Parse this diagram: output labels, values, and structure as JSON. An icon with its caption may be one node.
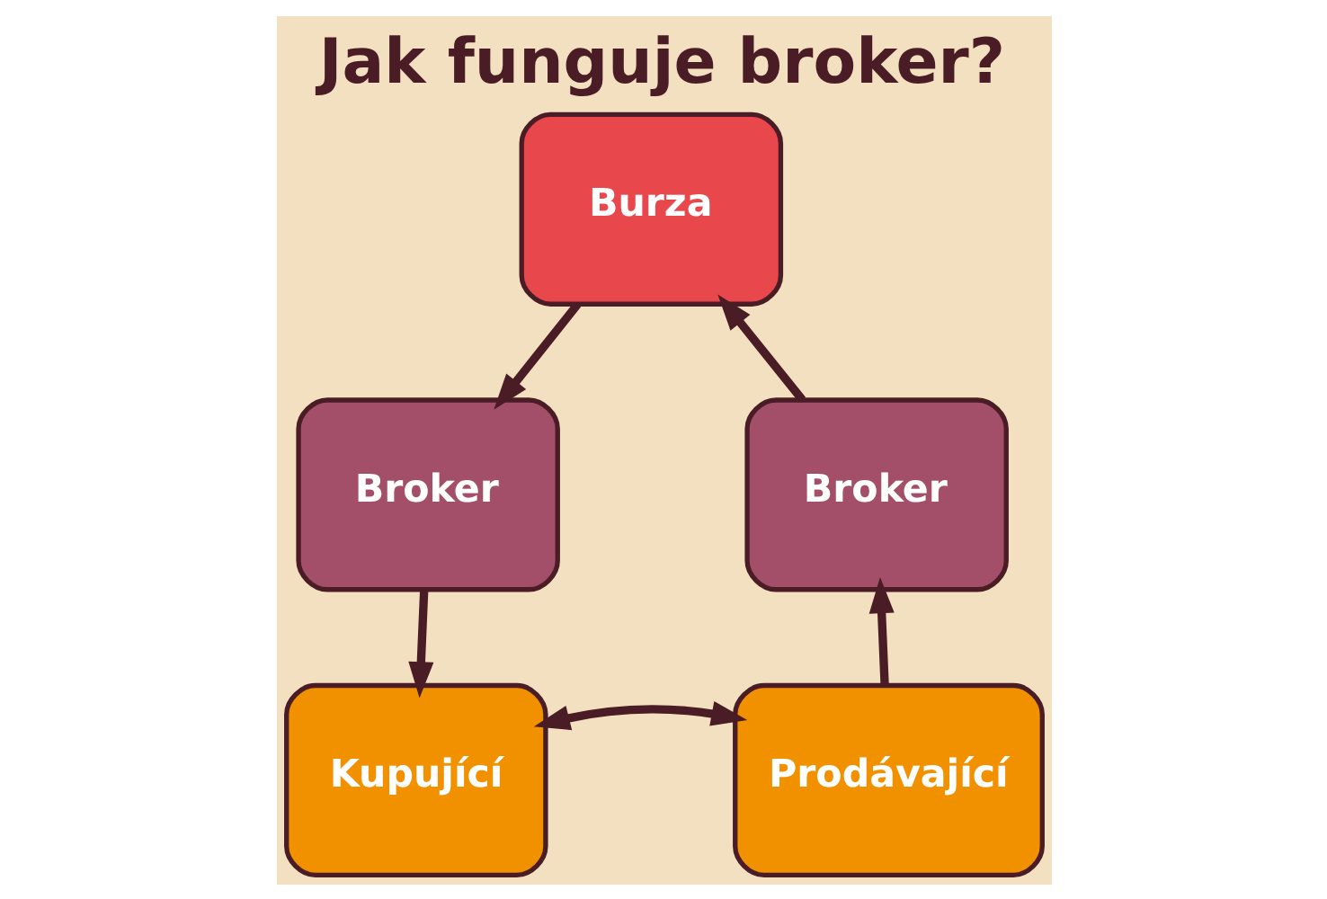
{
  "diagram": {
    "title": "Jak funguje broker?",
    "nodes": [
      {
        "text": [
          "Burza"
        ]
      },
      {
        "text": [
          "Broker"
        ]
      },
      {
        "text": [
          "Broker"
        ]
      },
      {
        "text": [
          "Kupující"
        ]
      },
      {
        "text": [
          "Prodávající"
        ]
      }
    ],
    "edges": [
      {
        "from": 0,
        "to": 1,
        "arrow": "to"
      },
      {
        "from": 1,
        "to": 3,
        "arrow": "to"
      },
      {
        "from": 3,
        "to": 4,
        "arrow": "both"
      },
      {
        "from": 4,
        "to": 2,
        "arrow": "to"
      },
      {
        "from": 2,
        "to": 0,
        "arrow": "to"
      }
    ]
  }
}
